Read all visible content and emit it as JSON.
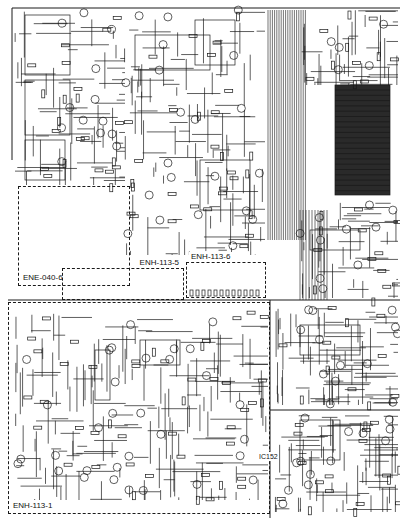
{
  "diagram": {
    "nodes": [
      {
        "text": [
          "ENE-040-6"
        ]
      },
      {
        "text": [
          "ENH-113-5"
        ]
      },
      {
        "text": [
          "ENH-113-6"
        ]
      },
      {
        "text": [
          "ENH-113-1"
        ]
      }
    ],
    "labels": [
      "IC152"
    ]
  }
}
